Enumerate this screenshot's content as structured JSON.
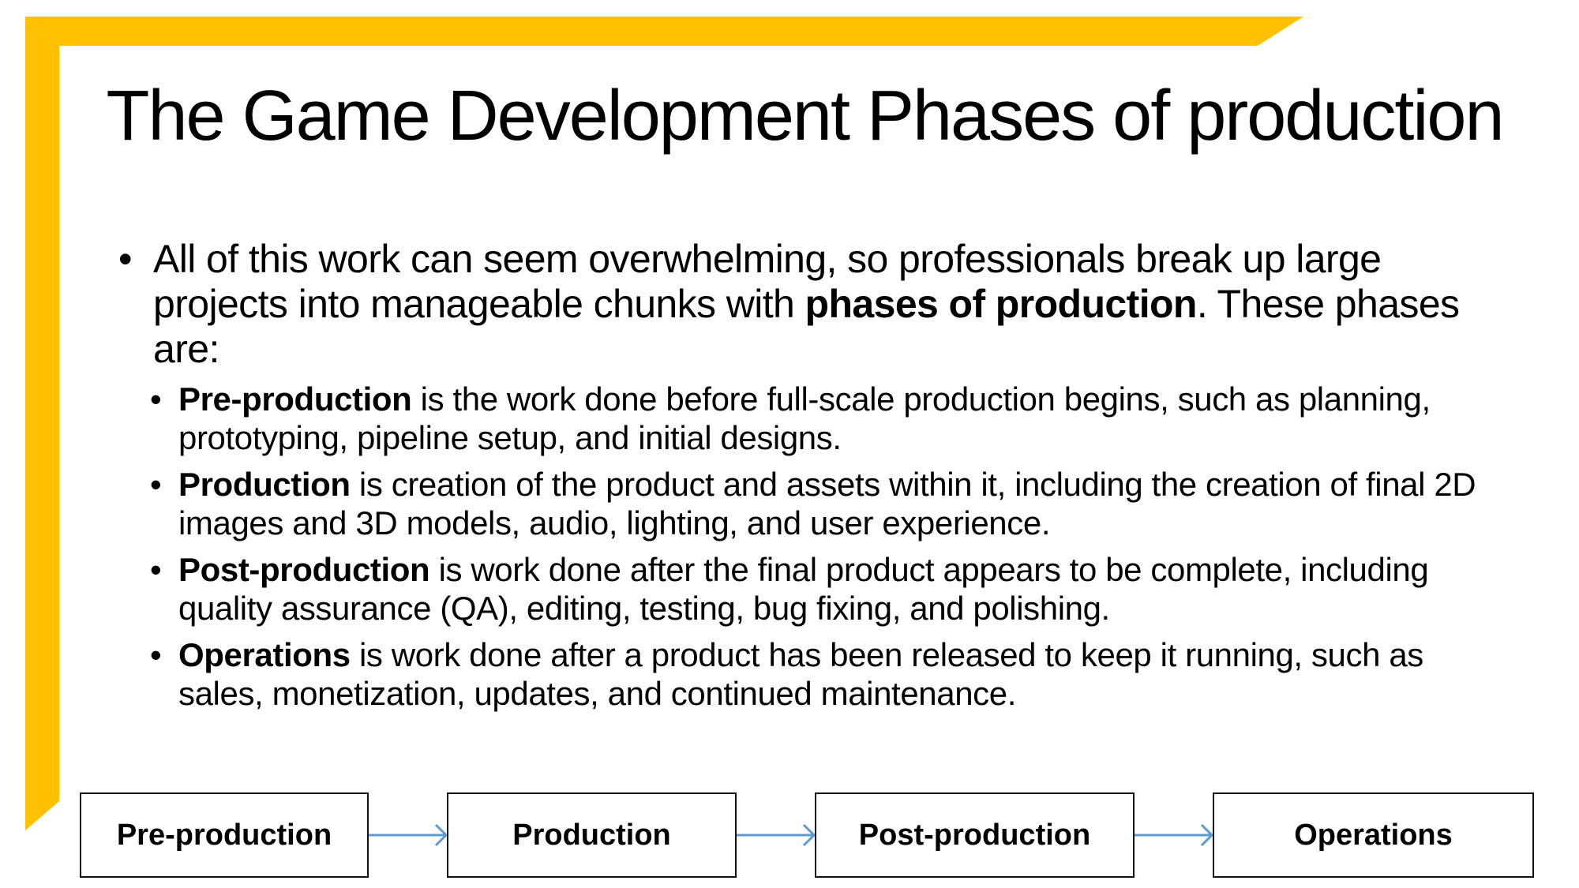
{
  "slide": {
    "title": "The Game Development Phases of production",
    "accent_color": "#FFC000",
    "arrow_color": "#5B9BD5"
  },
  "intro": {
    "bullet": "•",
    "text_before": "All of this work can seem overwhelming, so professionals break up large projects into manageable chunks with ",
    "bold": "phases of production",
    "text_after": ". These phases are:"
  },
  "phases": [
    {
      "bullet": "•",
      "term": "Pre-production",
      "description": " is the work done before full-scale production begins, such as planning, prototyping, pipeline setup, and initial designs."
    },
    {
      "bullet": "•",
      "term": "Production",
      "description": " is creation of the product and assets within it, including the creation of final 2D images and 3D models, audio, lighting, and user experience."
    },
    {
      "bullet": "•",
      "term": "Post-production",
      "description": " is work done after the final product appears to be complete, including quality assurance (QA), editing, testing, bug fixing, and polishing."
    },
    {
      "bullet": "•",
      "term": "Operations",
      "description": " is work done after a product has been released to keep it running, such as sales, monetization, updates, and continued maintenance."
    }
  ],
  "flow": {
    "steps": [
      "Pre-production",
      "Production",
      "Post-production",
      "Operations"
    ],
    "connector_icon": "arrow-right-icon"
  }
}
